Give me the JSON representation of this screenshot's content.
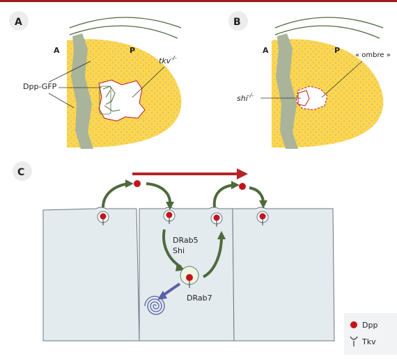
{
  "panels": {
    "a": {
      "letter": "A",
      "anterior": "A",
      "posterior": "P",
      "dpp_label": "Dpp-GFP",
      "clone_label": "tkv",
      "clone_sup": "-/-"
    },
    "b": {
      "letter": "B",
      "anterior": "A",
      "posterior": "P",
      "clone_label": "shi",
      "clone_sup": "-/-",
      "shadow_label": "« ombre »"
    },
    "c": {
      "letter": "C",
      "drab5": "DRab5",
      "shi": "Shi",
      "drab7": "DRab7"
    }
  },
  "legend": {
    "dpp": "Dpp",
    "tkv": "Tkv"
  },
  "colors": {
    "wing_disc": "#fdd64e",
    "stripe": "#a9b49a",
    "cell": "#e3ebee",
    "arrow_green": "#4e6a3e",
    "arrow_red": "#b3252b",
    "dpp": "#c3141d",
    "degradation": "#5a5fa6",
    "accent": "#a01e22"
  },
  "icons": {
    "legend_dpp": "red-dot-icon",
    "legend_tkv": "receptor-y-icon",
    "degradation": "spiral-icon"
  }
}
